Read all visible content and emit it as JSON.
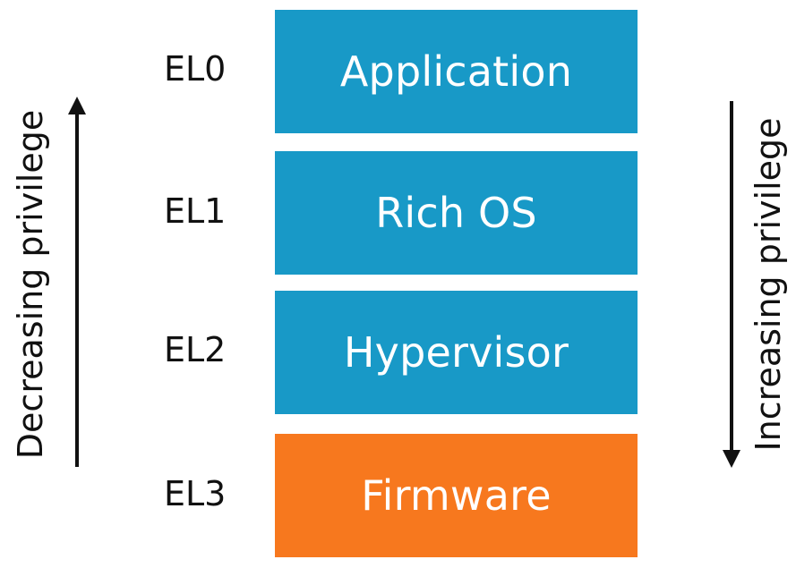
{
  "levels": [
    {
      "label": "EL0"
    },
    {
      "label": "EL1"
    },
    {
      "label": "EL2"
    },
    {
      "label": "EL3"
    }
  ],
  "layers": [
    {
      "label": "Application",
      "color": "#1899C7"
    },
    {
      "label": "Rich OS",
      "color": "#1899C7"
    },
    {
      "label": "Hypervisor",
      "color": "#1899C7"
    },
    {
      "label": "Firmware",
      "color": "#F7781E"
    }
  ],
  "left_axis": {
    "label": "Decreasing privilege",
    "direction": "up"
  },
  "right_axis": {
    "label": "Increasing privilege",
    "direction": "down"
  },
  "text_color": "#111111"
}
